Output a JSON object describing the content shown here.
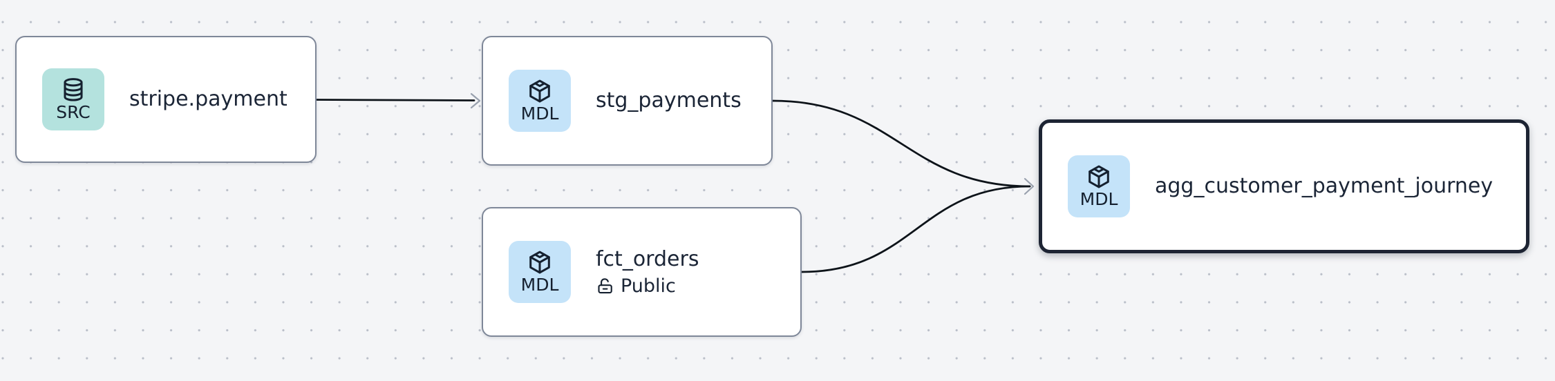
{
  "canvas": {
    "background_color": "#f4f5f7",
    "dot_color": "#b9bec8"
  },
  "nodes": [
    {
      "title": "stripe.payment",
      "type_badge": {
        "label": "SRC",
        "icon": "database-icon",
        "color": "#b4e2de"
      },
      "selected": false
    },
    {
      "title": "stg_payments",
      "type_badge": {
        "label": "MDL",
        "icon": "cube-icon",
        "color": "#c4e3f9"
      },
      "selected": false
    },
    {
      "title": "fct_orders",
      "type_badge": {
        "label": "MDL",
        "icon": "cube-icon",
        "color": "#c4e3f9"
      },
      "access": {
        "label": "Public",
        "icon": "lock-open-icon"
      },
      "selected": false
    },
    {
      "title": "agg_customer_payment_journey",
      "type_badge": {
        "label": "MDL",
        "icon": "cube-icon",
        "color": "#c4e3f9"
      },
      "selected": true,
      "selected_border_color": "#1d2433"
    }
  ],
  "edges": [
    {
      "source": "stripe.payment",
      "target": "stg_payments"
    },
    {
      "source": "stg_payments",
      "target": "agg_customer_payment_journey"
    },
    {
      "source": "fct_orders",
      "target": "agg_customer_payment_journey"
    }
  ],
  "colors": {
    "edge": "#0d1319",
    "arrowhead": "#99a1ae",
    "node_border": "#7e8798",
    "text": "#1b2536"
  }
}
